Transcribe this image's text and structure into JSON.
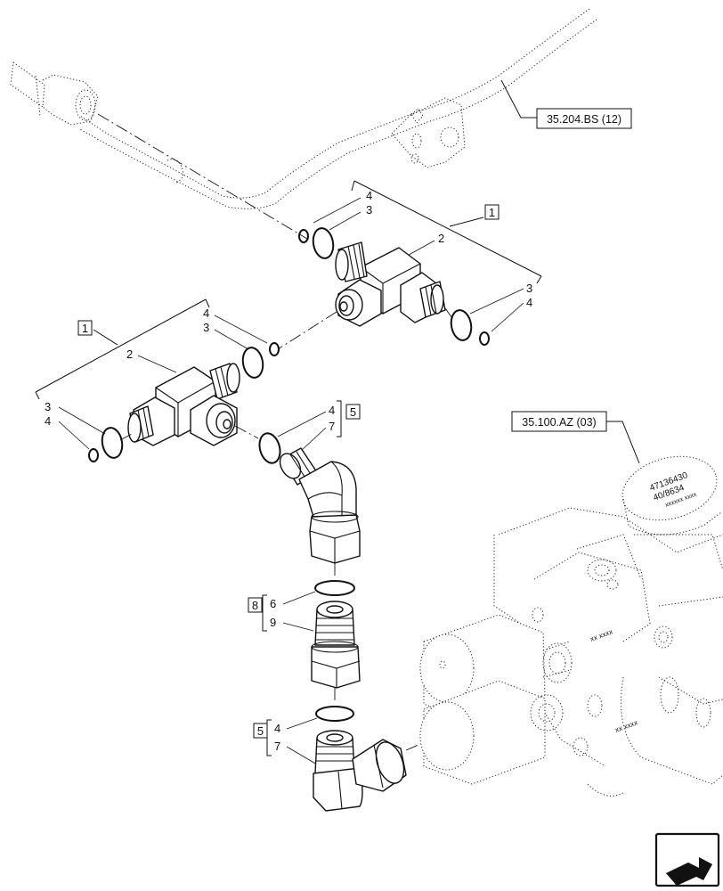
{
  "references": {
    "top_right": "35.204.BS (12)",
    "middle_right": "35.100.AZ (03)"
  },
  "group_labels": {
    "tee_upper": "1",
    "tee_lower": "1",
    "elbow_upper": "5",
    "adapter": "8",
    "elbow_lower": "5"
  },
  "callouts": {
    "upper_tee_oring_small_left": "4",
    "upper_tee_oring_large_left": "3",
    "upper_tee_body": "2",
    "upper_tee_oring_large_right": "3",
    "upper_tee_oring_small_right": "4",
    "lower_tee_oring_small_top": "4",
    "lower_tee_oring_large_top": "3",
    "lower_tee_body": "2",
    "lower_tee_oring_large_left": "3",
    "lower_tee_oring_small_left": "4",
    "elbow_upper_oring": "4",
    "elbow_upper_body": "7",
    "adapter_oring": "6",
    "adapter_body": "9",
    "elbow_lower_oring": "4",
    "elbow_lower_body": "7"
  },
  "valve_markings": {
    "cap_line1": "47136430",
    "cap_line2": "40/8634",
    "cap_line3": "xxxxxx  xxxx",
    "side_stamp": "xx xxxx",
    "lower_stamp": "xx xxxx"
  },
  "icons": {
    "nav": "next-page-arrow-icon"
  }
}
